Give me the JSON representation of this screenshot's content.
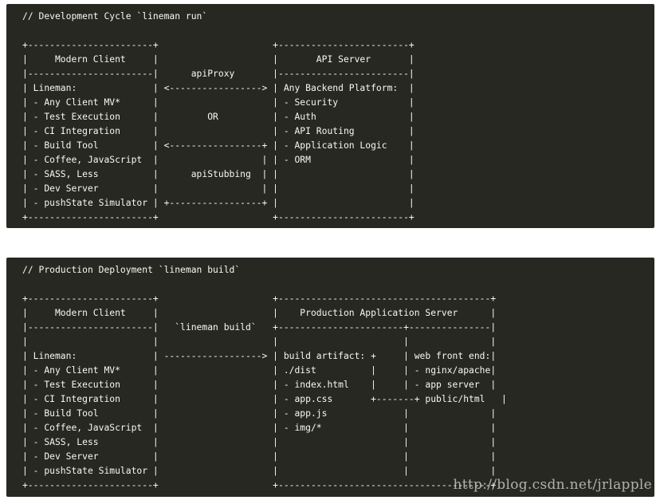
{
  "dev_block": {
    "lines": [
      "// Development Cycle `lineman run`",
      "",
      "+-----------------------+                     +------------------------+",
      "|     Modern Client     |                     |       API Server       |",
      "|-----------------------|      apiProxy       |------------------------|",
      "| Lineman:              | <-----------------> | Any Backend Platform:  |",
      "| - Any Client MV*      |                     | - Security             |",
      "| - Test Execution      |         OR          | - Auth                 |",
      "| - CI Integration      |                     | - API Routing          |",
      "| - Build Tool          | <-----------------+ | - Application Logic    |",
      "| - Coffee, JavaScript  |                   | | - ORM                  |",
      "| - SASS, Less          |      apiStubbing  | |                        |",
      "| - Dev Server          |                   | |                        |",
      "| - pushState Simulator | +-----------------+ |                        |",
      "+-----------------------+                     +------------------------+"
    ]
  },
  "prod_block": {
    "lines": [
      "// Production Deployment `lineman build`",
      "",
      "+-----------------------+                     +---------------------------------------+",
      "|     Modern Client     |                     |    Production Application Server      |",
      "|-----------------------|   `lineman build`   +-----------------------+---------------|",
      "|                       |                     |                       |               |",
      "| Lineman:              | ------------------> | build artifact: +     | web front end:|",
      "| - Any Client MV*      |                     | ./dist          |     | - nginx/apache|",
      "| - Test Execution      |                     | - index.html    |     | - app server  |",
      "| - CI Integration      |                     | - app.css       +-------+ public/html   |",
      "| - Build Tool          |                     | - app.js              |               |",
      "| - Coffee, JavaScript  |                     | - img/*               |               |",
      "| - SASS, Less          |                     |                       |               |",
      "| - Dev Server          |                     |                       |               |",
      "| - pushState Simulator |                     |                       |               |",
      "+-----------------------+                     +---------------------------------------+"
    ]
  },
  "watermark": "http://blog.csdn.net/jrlapple"
}
